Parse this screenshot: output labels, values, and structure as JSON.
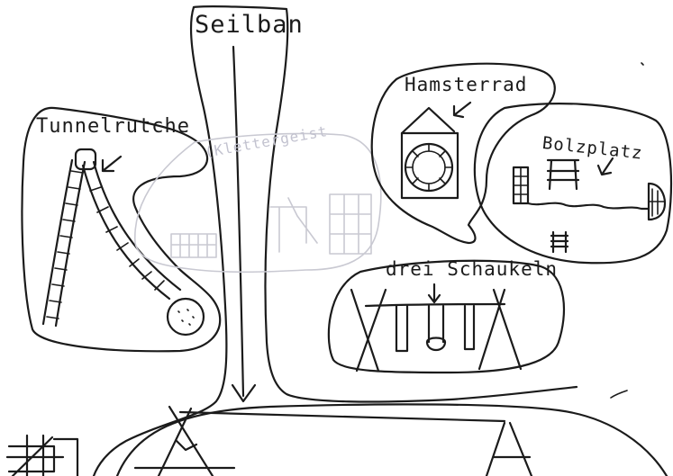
{
  "labels": {
    "seilbahn": "Seilban",
    "tunnelrutsche": "Tunnelrutche",
    "hamsterrad": "Hamsterrad",
    "bolzplatz": "Bolzplatz",
    "schaukeln": "drei Schaukeln",
    "klettergeist": "(Klettergeist"
  },
  "colors": {
    "ink": "#1b1b1b",
    "faded_ink": "#c9c9d2",
    "paper": "#ffffff"
  },
  "swing_count": 3
}
